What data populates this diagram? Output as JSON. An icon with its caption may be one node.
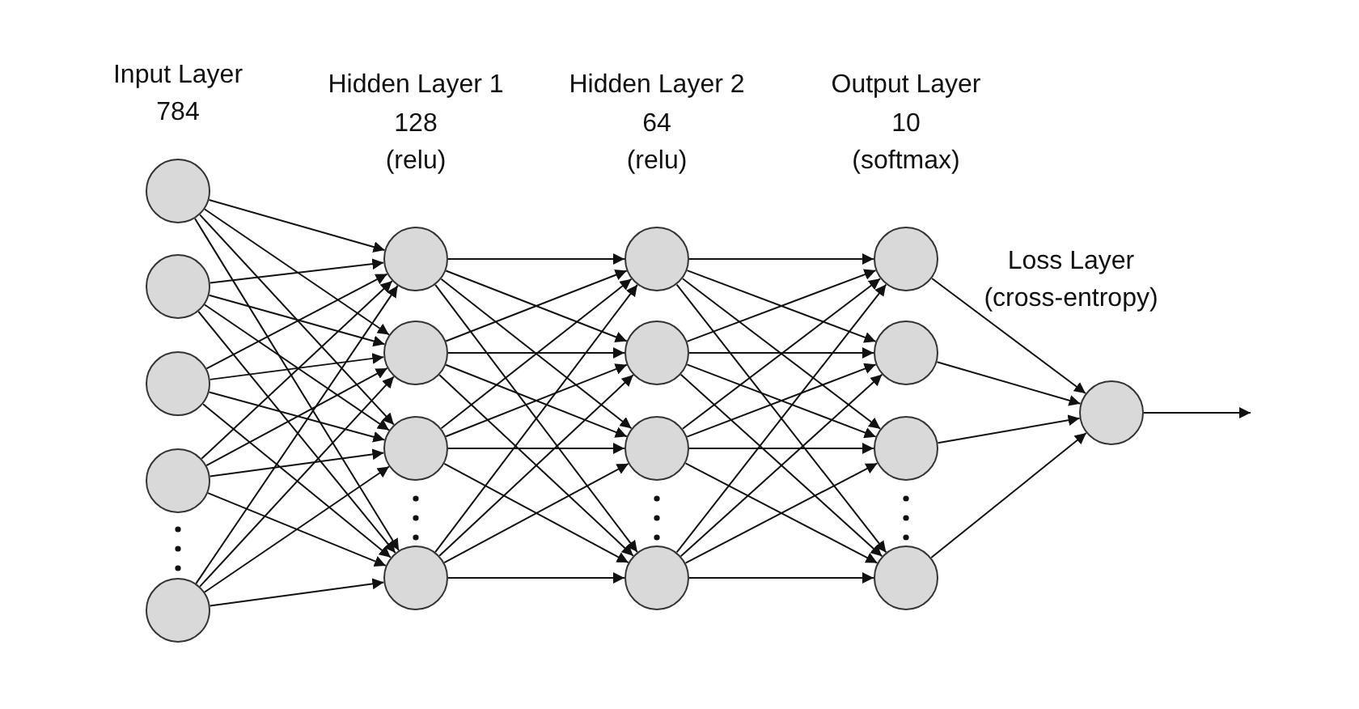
{
  "diagram": {
    "nodes": [
      {
        "text": [],
        "shape": "circle"
      },
      {
        "text": [],
        "shape": "circle"
      },
      {
        "text": [],
        "shape": "circle"
      },
      {
        "text": [],
        "shape": "circle"
      },
      {
        "text": [],
        "shape": "circle"
      },
      {
        "text": [],
        "shape": "circle"
      },
      {
        "text": [],
        "shape": "circle"
      },
      {
        "text": [],
        "shape": "circle"
      },
      {
        "text": [],
        "shape": "circle"
      },
      {
        "text": [],
        "shape": "circle"
      },
      {
        "text": [],
        "shape": "circle"
      },
      {
        "text": [],
        "shape": "circle"
      },
      {
        "text": [],
        "shape": "circle"
      },
      {
        "text": [],
        "shape": "circle"
      },
      {
        "text": [],
        "shape": "circle"
      },
      {
        "text": [],
        "shape": "circle"
      },
      {
        "text": [],
        "shape": "circle"
      },
      {
        "text": [],
        "shape": "circle"
      }
    ],
    "edges": [
      {
        "from": 0,
        "to": 5,
        "arrow": "to"
      },
      {
        "from": 0,
        "to": 6,
        "arrow": "to"
      },
      {
        "from": 0,
        "to": 7,
        "arrow": "to"
      },
      {
        "from": 0,
        "to": 8,
        "arrow": "to"
      },
      {
        "from": 1,
        "to": 5,
        "arrow": "to"
      },
      {
        "from": 1,
        "to": 6,
        "arrow": "to"
      },
      {
        "from": 1,
        "to": 7,
        "arrow": "to"
      },
      {
        "from": 1,
        "to": 8,
        "arrow": "to"
      },
      {
        "from": 2,
        "to": 5,
        "arrow": "to"
      },
      {
        "from": 2,
        "to": 6,
        "arrow": "to"
      },
      {
        "from": 2,
        "to": 7,
        "arrow": "to"
      },
      {
        "from": 2,
        "to": 8,
        "arrow": "to"
      },
      {
        "from": 3,
        "to": 5,
        "arrow": "to"
      },
      {
        "from": 3,
        "to": 6,
        "arrow": "to"
      },
      {
        "from": 3,
        "to": 7,
        "arrow": "to"
      },
      {
        "from": 3,
        "to": 8,
        "arrow": "to"
      },
      {
        "from": 4,
        "to": 5,
        "arrow": "to"
      },
      {
        "from": 4,
        "to": 6,
        "arrow": "to"
      },
      {
        "from": 4,
        "to": 7,
        "arrow": "to"
      },
      {
        "from": 4,
        "to": 8,
        "arrow": "to"
      },
      {
        "from": 5,
        "to": 9,
        "arrow": "to"
      },
      {
        "from": 5,
        "to": 10,
        "arrow": "to"
      },
      {
        "from": 5,
        "to": 11,
        "arrow": "to"
      },
      {
        "from": 5,
        "to": 12,
        "arrow": "to"
      },
      {
        "from": 6,
        "to": 9,
        "arrow": "to"
      },
      {
        "from": 6,
        "to": 10,
        "arrow": "to"
      },
      {
        "from": 6,
        "to": 11,
        "arrow": "to"
      },
      {
        "from": 6,
        "to": 12,
        "arrow": "to"
      },
      {
        "from": 7,
        "to": 9,
        "arrow": "to"
      },
      {
        "from": 7,
        "to": 10,
        "arrow": "to"
      },
      {
        "from": 7,
        "to": 11,
        "arrow": "to"
      },
      {
        "from": 7,
        "to": 12,
        "arrow": "to"
      },
      {
        "from": 8,
        "to": 9,
        "arrow": "to"
      },
      {
        "from": 8,
        "to": 10,
        "arrow": "to"
      },
      {
        "from": 8,
        "to": 11,
        "arrow": "to"
      },
      {
        "from": 8,
        "to": 12,
        "arrow": "to"
      },
      {
        "from": 9,
        "to": 13,
        "arrow": "to"
      },
      {
        "from": 9,
        "to": 14,
        "arrow": "to"
      },
      {
        "from": 9,
        "to": 15,
        "arrow": "to"
      },
      {
        "from": 9,
        "to": 16,
        "arrow": "to"
      },
      {
        "from": 10,
        "to": 13,
        "arrow": "to"
      },
      {
        "from": 10,
        "to": 14,
        "arrow": "to"
      },
      {
        "from": 10,
        "to": 15,
        "arrow": "to"
      },
      {
        "from": 10,
        "to": 16,
        "arrow": "to"
      },
      {
        "from": 11,
        "to": 13,
        "arrow": "to"
      },
      {
        "from": 11,
        "to": 14,
        "arrow": "to"
      },
      {
        "from": 11,
        "to": 15,
        "arrow": "to"
      },
      {
        "from": 11,
        "to": 16,
        "arrow": "to"
      },
      {
        "from": 12,
        "to": 13,
        "arrow": "to"
      },
      {
        "from": 12,
        "to": 14,
        "arrow": "to"
      },
      {
        "from": 12,
        "to": 15,
        "arrow": "to"
      },
      {
        "from": 12,
        "to": 16,
        "arrow": "to"
      },
      {
        "from": 13,
        "to": 17,
        "arrow": "to"
      },
      {
        "from": 14,
        "to": 17,
        "arrow": "to"
      },
      {
        "from": 15,
        "to": 17,
        "arrow": "to"
      },
      {
        "from": 16,
        "to": 17,
        "arrow": "to"
      },
      {
        "from": 17,
        "to": null,
        "arrow": "to"
      }
    ],
    "labels": [
      "Input Layer",
      "784",
      "Hidden Layer 1",
      "128",
      "(relu)",
      "Hidden Layer 2",
      "64",
      "(relu)",
      "Output Layer",
      "10",
      "(softmax)",
      "Loss Layer",
      "(cross-entropy)"
    ]
  }
}
